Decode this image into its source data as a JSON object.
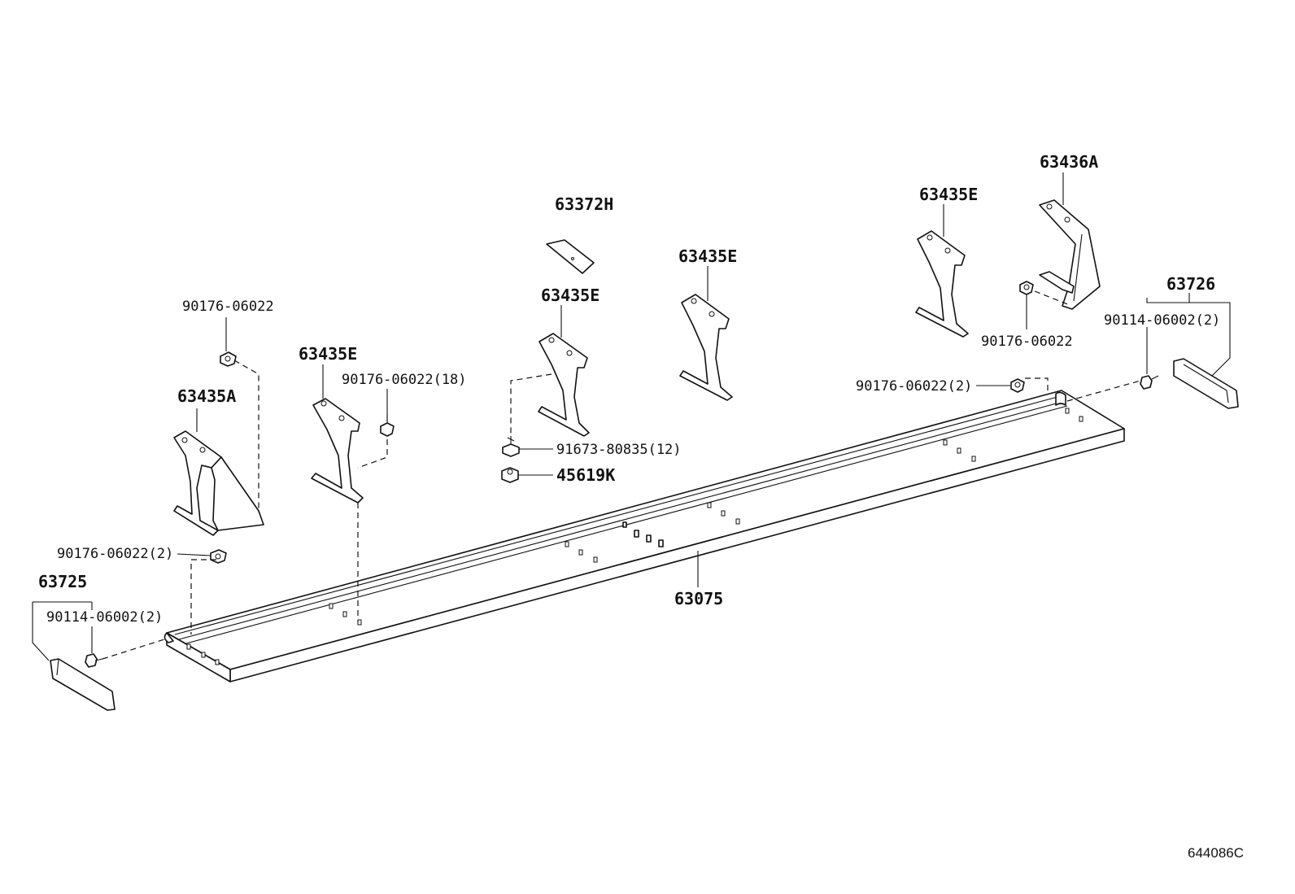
{
  "labels": {
    "p63436A": "63436A",
    "p63435E_r": "63435E",
    "p63372H": "63372H",
    "p63435E_m2": "63435E",
    "p63435E_m1": "63435E",
    "p63726": "63726",
    "p90114_r": "90114-06002(2)",
    "p90176_r": "90176-06022",
    "p90176_r2": "90176-06022(2)",
    "p90176_top": "90176-06022",
    "p63435E_l": "63435E",
    "p90176_18": "90176-06022(18)",
    "p63435A": "63435A",
    "p91673": "91673-80835(12)",
    "p45619K": "45619K",
    "p90176_l2": "90176-06022(2)",
    "p63725": "63725",
    "p90114_l": "90114-06002(2)",
    "p63075": "63075"
  },
  "figure_code": "644086C"
}
